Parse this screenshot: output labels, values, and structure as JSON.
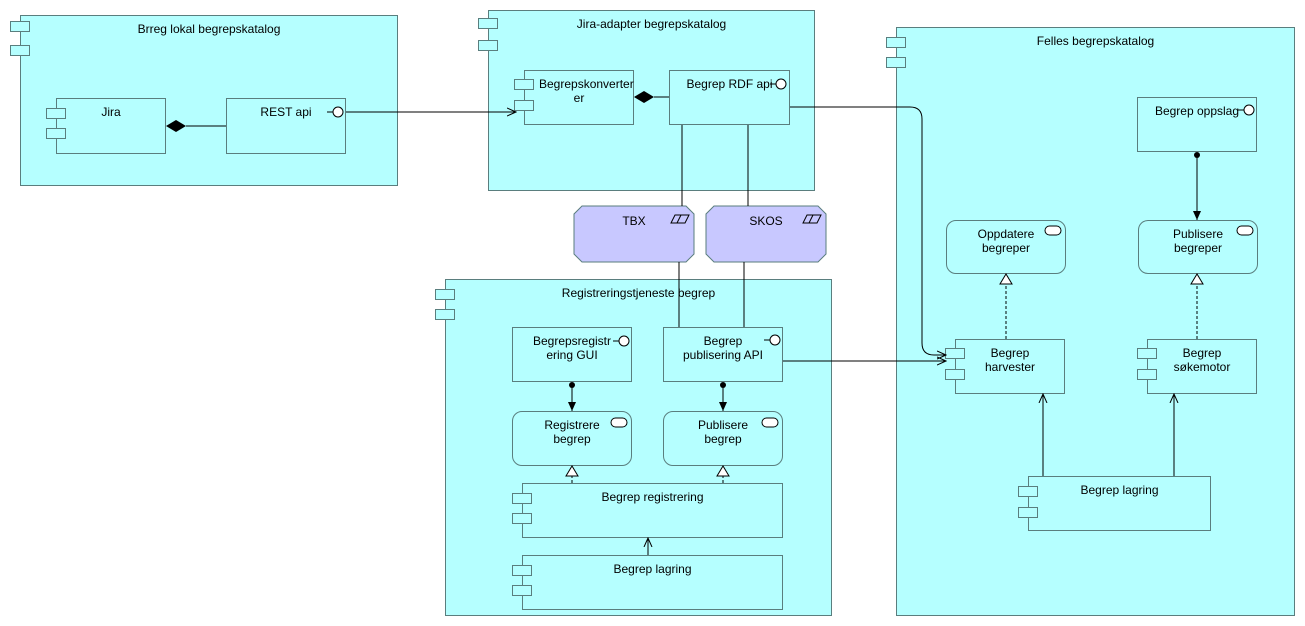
{
  "groups": {
    "brreg": "Brreg lokal begrepskatalog",
    "jira_adapter": "Jira-adapter begrepskatalog",
    "felles": "Felles begrepskatalog",
    "registrering": "Registreringstjeneste begrep"
  },
  "components": {
    "jira": "Jira",
    "rest_api": "REST api",
    "begrepskonverterer": "Begrepskonverter er",
    "begrep_rdf_api": "Begrep RDF api",
    "begrep_oppslag": "Begrep oppslag",
    "oppdatere_begreper": "Oppdatere begreper",
    "publisere_begreper": "Publisere begreper",
    "begrep_harvester": "Begrep harvester",
    "begrep_sokemotor": "Begrep søkemotor",
    "begrep_lagring_felles": "Begrep lagring",
    "registrering_gui": "Begrepsregistr ering GUI",
    "publisering_api": "Begrep publisering API",
    "registrere_begrep": "Registrere begrep",
    "publisere_begrep": "Publisere begrep",
    "begrep_registrering": "Begrep registrering",
    "begrep_lagring_reg": "Begrep lagring"
  },
  "data_objects": {
    "tbx": "TBX",
    "skos": "SKOS"
  },
  "colors": {
    "component_fill": "#b5ffff",
    "data_fill": "#c8c8ff",
    "border": "#5a7e7e"
  },
  "icons": {
    "interface": "interface-icon",
    "service": "service-icon",
    "component": "component-icon",
    "data": "data-object-icon"
  }
}
